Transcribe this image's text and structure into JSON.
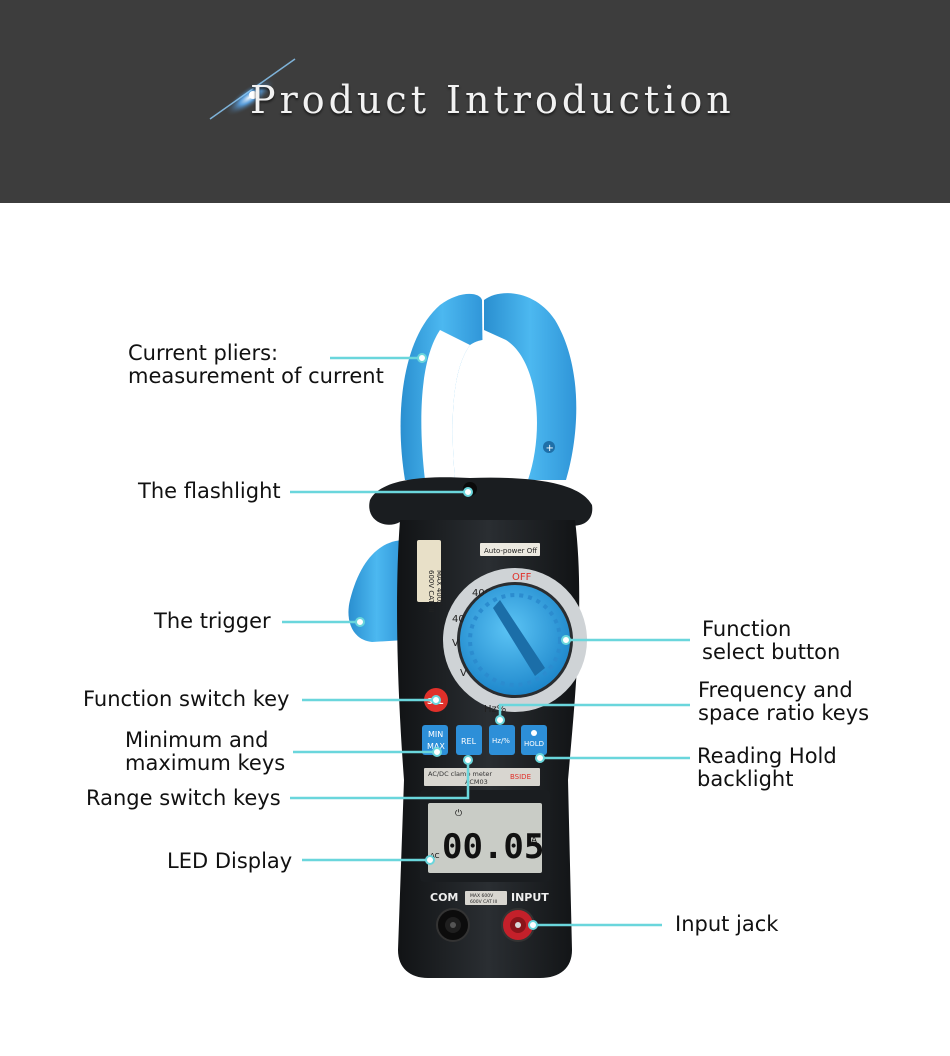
{
  "banner": {
    "title": "Product Introduction",
    "background": "#3d3d3d"
  },
  "callouts": {
    "current_pliers": [
      "Current pliers:",
      "measurement of current"
    ],
    "flashlight": "The flashlight",
    "trigger": "The trigger",
    "function_switch_key": "Function switch key",
    "min_max_keys": [
      "Minimum and",
      "maximum keys"
    ],
    "range_switch_keys": "Range switch keys",
    "led_display": "LED Display",
    "function_select": [
      "Function",
      "select button"
    ],
    "freq_keys": [
      "Frequency and",
      "space ratio keys"
    ],
    "reading_hold": [
      "Reading Hold",
      "backlight"
    ],
    "input_jack": "Input jack"
  },
  "device": {
    "auto_power": "Auto-power Off",
    "rating": [
      "MAX 400A",
      "600V CAT III"
    ],
    "dial_off": "OFF",
    "dial_400": "400",
    "dial_40": "40",
    "dial_v": "V",
    "dial_hz": "Hz%",
    "keys": {
      "sel": "SEL",
      "min": "MIN",
      "max": "MAX",
      "rel": "REL",
      "hz": "Hz/%",
      "hold": "HOLD"
    },
    "model": [
      "AC/DC clamp meter",
      "ACM03"
    ],
    "brand": "BSIDE",
    "display_value": "00.05",
    "display_unit": "A",
    "display_mode": "AC",
    "com": "COM",
    "input": "INPUT",
    "jack_rating": [
      "MAX 600V",
      "600V CAT III"
    ]
  },
  "colors": {
    "accent_line": "#6ad6dc",
    "clamp_blue": "#3aa9e6",
    "body": "#1c1f22",
    "lcd": "#c9ccc6",
    "sel_red": "#e0302a"
  }
}
